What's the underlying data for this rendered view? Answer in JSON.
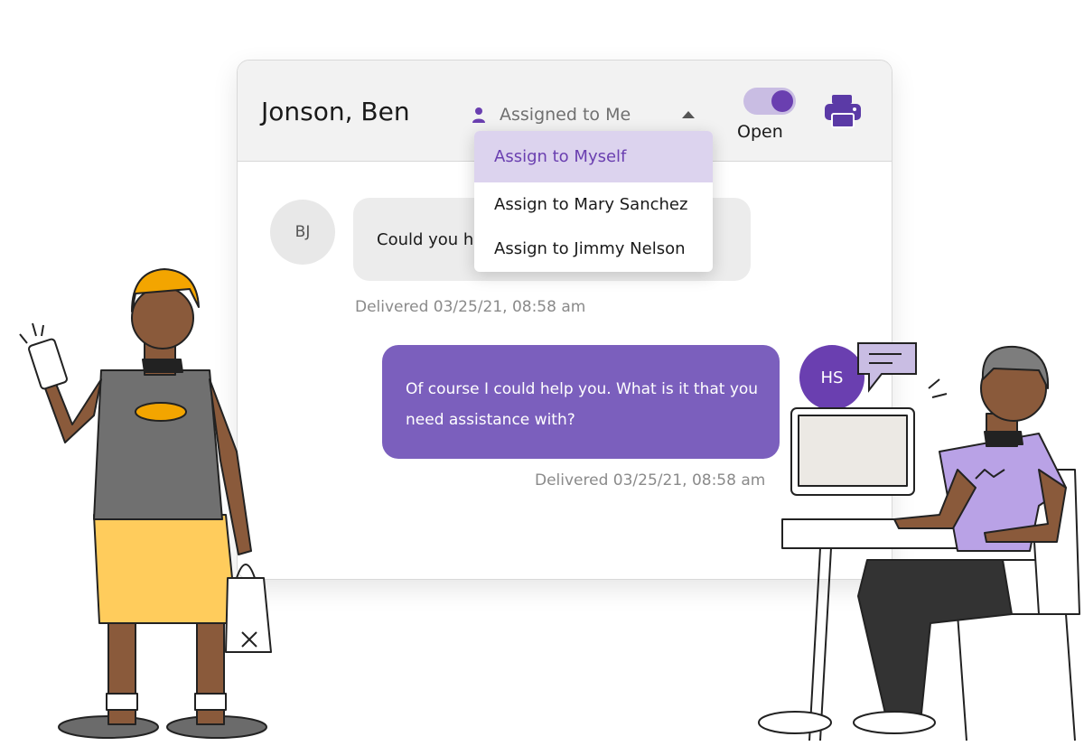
{
  "conversation": {
    "contact_name": "Jonson, Ben",
    "assignment": {
      "icon": "person-icon",
      "selected_label": "Assigned to Me",
      "options": [
        "Assign to Myself",
        "Assign to Mary Sanchez",
        "Assign to Jimmy Nelson"
      ],
      "highlighted_option": "Assign to Myself"
    },
    "status_toggle": {
      "label": "Open",
      "on": true
    },
    "print_icon": "printer-icon"
  },
  "messages": [
    {
      "sender_initials": "BJ",
      "text": "Could you h",
      "meta": "Delivered 03/25/21, 08:58 am",
      "direction": "incoming"
    },
    {
      "sender_initials": "HS",
      "text": "Of course I could help you. What is it that you need assistance with?",
      "meta": "Delivered 03/25/21, 08:58 am",
      "direction": "outgoing"
    }
  ],
  "colors": {
    "accent": "#6a3fb0",
    "outgoing_bubble": "#7b5fbd",
    "incoming_bubble": "#ececec",
    "header_bg": "#f2f2f2",
    "highlight_bg": "#dcd3ee"
  }
}
